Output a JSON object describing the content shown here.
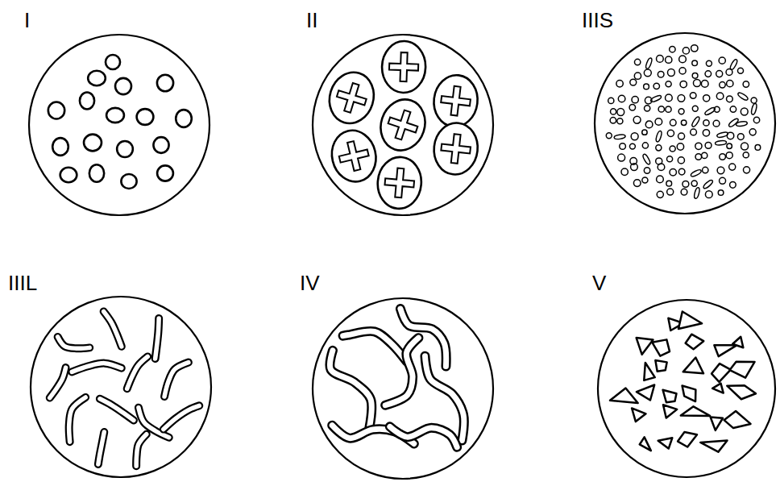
{
  "diagram": {
    "nodes": [
      {
        "text": [
          "I"
        ]
      },
      {
        "text": [
          "II"
        ]
      },
      {
        "text": [
          "IIIS"
        ]
      },
      {
        "text": [
          "IIIL"
        ]
      },
      {
        "text": [
          "IV"
        ]
      },
      {
        "text": [
          "V"
        ]
      }
    ]
  }
}
